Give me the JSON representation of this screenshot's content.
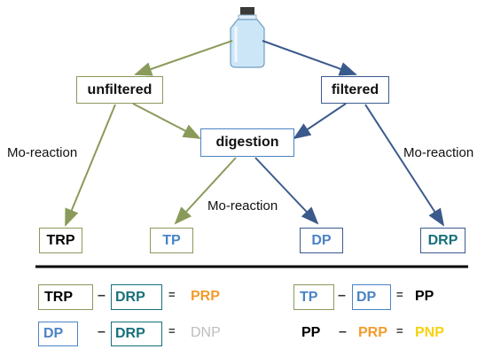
{
  "colors": {
    "olive": "#8a9a5b",
    "blue": "#3b5a8c",
    "teal": "#17707a",
    "tp_blue": "#4a83c4",
    "orange": "#f39c2b",
    "yellow": "#f5d20f",
    "gray": "#bdbdbd",
    "black": "#000000"
  },
  "nodes": {
    "unfiltered": "unfiltered",
    "filtered": "filtered",
    "digestion": "digestion",
    "trp": "TRP",
    "tp": "TP",
    "dp": "DP",
    "drp": "DRP"
  },
  "edge_labels": {
    "left": "Mo-reaction",
    "center": "Mo-reaction",
    "right": "Mo-reaction"
  },
  "equations": {
    "eq1": {
      "a": "TRP",
      "op": "–",
      "b": "DRP",
      "eq": "=",
      "result": "PRP"
    },
    "eq2": {
      "a": "TP",
      "op": "–",
      "b": "DP",
      "eq": "=",
      "result": "PP"
    },
    "eq3": {
      "a": "DP",
      "op": "–",
      "b": "DRP",
      "eq": "=",
      "result": "DNP"
    },
    "eq4": {
      "a": "PP",
      "op": "–",
      "b": "PRP",
      "eq": "=",
      "result": "PNP"
    }
  }
}
